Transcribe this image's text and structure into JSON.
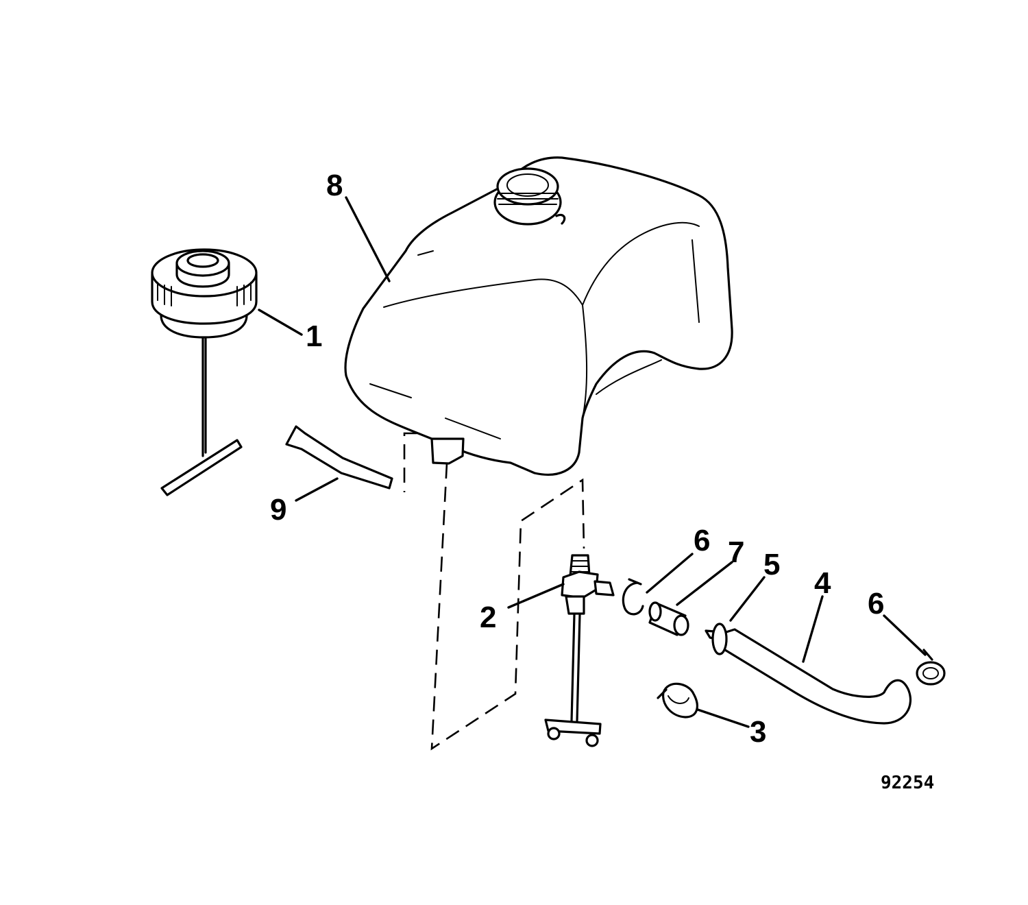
{
  "callouts": {
    "fuel_cap_gauge": "1",
    "fuel_valve": "2",
    "hose_clamp": "3",
    "fuel_hose": "4",
    "connector": "5",
    "clip_upper": "6",
    "clip_right": "6",
    "sleeve": "7",
    "fuel_tank": "8",
    "bracket": "9"
  },
  "figure_number": "92254"
}
